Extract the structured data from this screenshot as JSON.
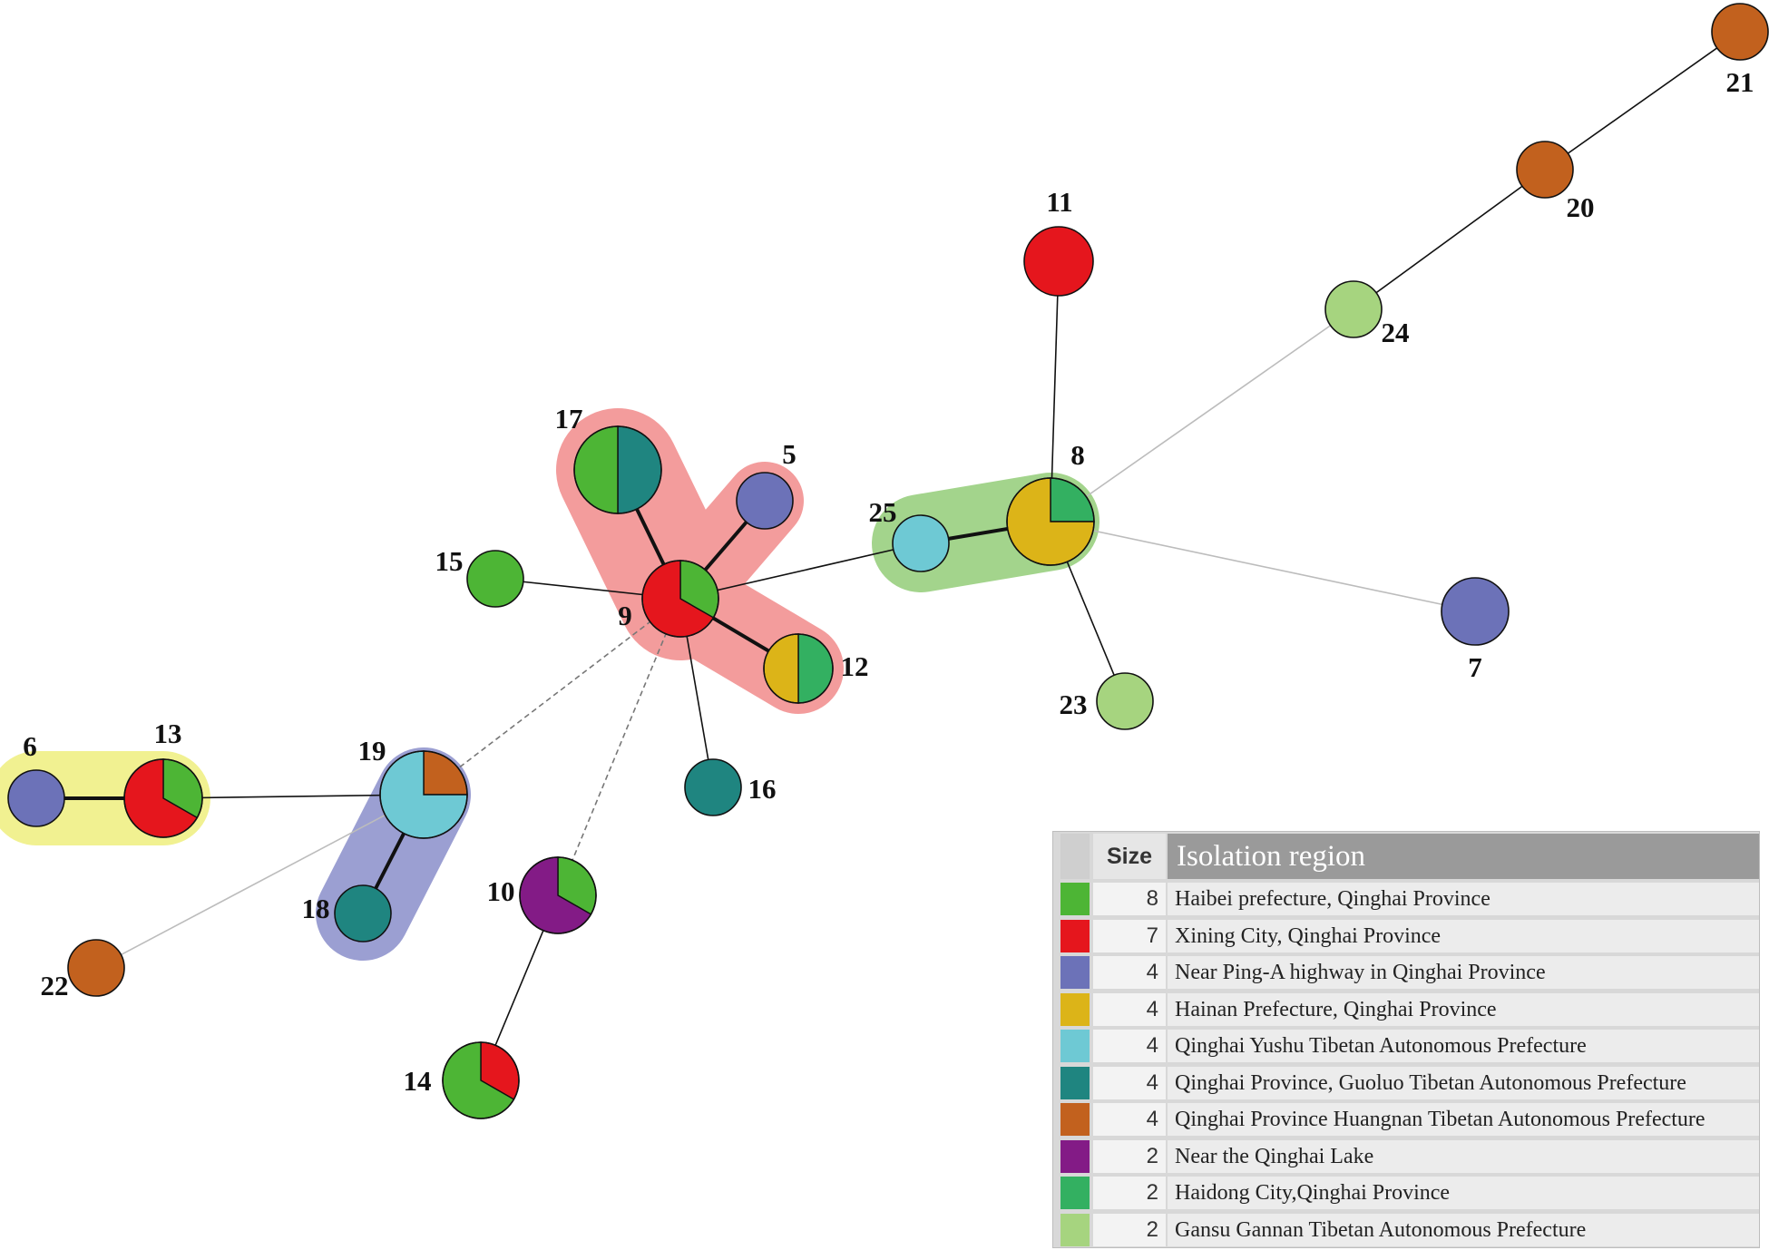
{
  "colors": {
    "haibei": "#4db535",
    "xining": "#e5161d",
    "pinga": "#6c72b8",
    "hainan": "#dcb418",
    "yushu": "#6ec9d4",
    "guoluo": "#1f8580",
    "huangnan": "#c2611e",
    "lake": "#831b86",
    "haidong": "#33b061",
    "gannan": "#a6d47f"
  },
  "legend": {
    "header_size": "Size",
    "header_region": "Isolation region",
    "rows": [
      {
        "key": "haibei",
        "size": "8",
        "region": "Haibei prefecture, Qinghai Province"
      },
      {
        "key": "xining",
        "size": "7",
        "region": "Xining City, Qinghai Province"
      },
      {
        "key": "pinga",
        "size": "4",
        "region": "Near Ping-A highway in Qinghai Province"
      },
      {
        "key": "hainan",
        "size": "4",
        "region": "Hainan Prefecture, Qinghai Province"
      },
      {
        "key": "yushu",
        "size": "4",
        "region": "Qinghai Yushu Tibetan Autonomous Prefecture"
      },
      {
        "key": "guoluo",
        "size": "4",
        "region": "Qinghai Province, Guoluo Tibetan Autonomous Prefecture"
      },
      {
        "key": "huangnan",
        "size": "4",
        "region": "Qinghai Province Huangnan Tibetan Autonomous Prefecture"
      },
      {
        "key": "lake",
        "size": "2",
        "region": "Near the Qinghai Lake"
      },
      {
        "key": "haidong",
        "size": "2",
        "region": "Haidong City,Qinghai Province"
      },
      {
        "key": "gannan",
        "size": "2",
        "region": "Gansu Gannan Tibetan Autonomous Prefecture"
      }
    ]
  },
  "network": {
    "nodes": [
      {
        "id": "5",
        "label": "5",
        "slices": [
          {
            "key": "pinga",
            "fraction": 1
          }
        ]
      },
      {
        "id": "6",
        "label": "6",
        "slices": [
          {
            "key": "pinga",
            "fraction": 1
          }
        ]
      },
      {
        "id": "7",
        "label": "7",
        "slices": [
          {
            "key": "pinga",
            "fraction": 1
          }
        ]
      },
      {
        "id": "8",
        "label": "8",
        "slices": [
          {
            "key": "haidong",
            "fraction": 0.25
          },
          {
            "key": "hainan",
            "fraction": 0.75
          }
        ]
      },
      {
        "id": "9",
        "label": "9",
        "slices": [
          {
            "key": "haibei",
            "fraction": 0.333
          },
          {
            "key": "xining",
            "fraction": 0.667
          }
        ]
      },
      {
        "id": "10",
        "label": "10",
        "slices": [
          {
            "key": "haibei",
            "fraction": 0.333
          },
          {
            "key": "lake",
            "fraction": 0.667
          }
        ]
      },
      {
        "id": "11",
        "label": "11",
        "slices": [
          {
            "key": "xining",
            "fraction": 1
          }
        ]
      },
      {
        "id": "12",
        "label": "12",
        "slices": [
          {
            "key": "haidong",
            "fraction": 0.5
          },
          {
            "key": "hainan",
            "fraction": 0.5
          }
        ]
      },
      {
        "id": "13",
        "label": "13",
        "slices": [
          {
            "key": "haibei",
            "fraction": 0.333
          },
          {
            "key": "xining",
            "fraction": 0.667
          }
        ]
      },
      {
        "id": "14",
        "label": "14",
        "slices": [
          {
            "key": "xining",
            "fraction": 0.333
          },
          {
            "key": "haibei",
            "fraction": 0.667
          }
        ]
      },
      {
        "id": "15",
        "label": "15",
        "slices": [
          {
            "key": "haibei",
            "fraction": 1
          }
        ]
      },
      {
        "id": "16",
        "label": "16",
        "slices": [
          {
            "key": "guoluo",
            "fraction": 1
          }
        ]
      },
      {
        "id": "17",
        "label": "17",
        "slices": [
          {
            "key": "guoluo",
            "fraction": 0.5
          },
          {
            "key": "haibei",
            "fraction": 0.5
          }
        ]
      },
      {
        "id": "18",
        "label": "18",
        "slices": [
          {
            "key": "guoluo",
            "fraction": 1
          }
        ]
      },
      {
        "id": "19",
        "label": "19",
        "slices": [
          {
            "key": "huangnan",
            "fraction": 0.25
          },
          {
            "key": "yushu",
            "fraction": 0.75
          }
        ]
      },
      {
        "id": "20",
        "label": "20",
        "slices": [
          {
            "key": "huangnan",
            "fraction": 1
          }
        ]
      },
      {
        "id": "21",
        "label": "21",
        "slices": [
          {
            "key": "huangnan",
            "fraction": 1
          }
        ]
      },
      {
        "id": "22",
        "label": "22",
        "slices": [
          {
            "key": "huangnan",
            "fraction": 1
          }
        ]
      },
      {
        "id": "23",
        "label": "23",
        "slices": [
          {
            "key": "gannan",
            "fraction": 1
          }
        ]
      },
      {
        "id": "24",
        "label": "24",
        "slices": [
          {
            "key": "gannan",
            "fraction": 1
          }
        ]
      },
      {
        "id": "25",
        "label": "25",
        "slices": [
          {
            "key": "yushu",
            "fraction": 1
          }
        ]
      }
    ],
    "edges": [
      {
        "from": "9",
        "to": "17",
        "style": "thick"
      },
      {
        "from": "9",
        "to": "5",
        "style": "thick"
      },
      {
        "from": "9",
        "to": "12",
        "style": "thick"
      },
      {
        "from": "9",
        "to": "15",
        "style": "normal"
      },
      {
        "from": "9",
        "to": "16",
        "style": "normal"
      },
      {
        "from": "9",
        "to": "25",
        "style": "normal"
      },
      {
        "from": "9",
        "to": "19",
        "style": "dashed"
      },
      {
        "from": "9",
        "to": "10",
        "style": "dashed"
      },
      {
        "from": "25",
        "to": "8",
        "style": "thick"
      },
      {
        "from": "8",
        "to": "11",
        "style": "normal"
      },
      {
        "from": "8",
        "to": "23",
        "style": "normal"
      },
      {
        "from": "8",
        "to": "7",
        "style": "light"
      },
      {
        "from": "8",
        "to": "24",
        "style": "light"
      },
      {
        "from": "24",
        "to": "20",
        "style": "normal"
      },
      {
        "from": "20",
        "to": "21",
        "style": "normal"
      },
      {
        "from": "6",
        "to": "13",
        "style": "thick"
      },
      {
        "from": "13",
        "to": "19",
        "style": "normal"
      },
      {
        "from": "19",
        "to": "18",
        "style": "thick"
      },
      {
        "from": "19",
        "to": "22",
        "style": "light"
      },
      {
        "from": "10",
        "to": "14",
        "style": "normal"
      }
    ],
    "groups": [
      {
        "id": "group-red",
        "color": "#f39c9c",
        "members": [
          "17",
          "9",
          "5",
          "12"
        ]
      },
      {
        "id": "group-green",
        "color": "#a3d48c",
        "members": [
          "25",
          "8"
        ]
      },
      {
        "id": "group-yellow",
        "color": "#f1f191",
        "members": [
          "6",
          "13"
        ]
      },
      {
        "id": "group-blue",
        "color": "#9b9fd2",
        "members": [
          "19",
          "18"
        ]
      }
    ]
  }
}
